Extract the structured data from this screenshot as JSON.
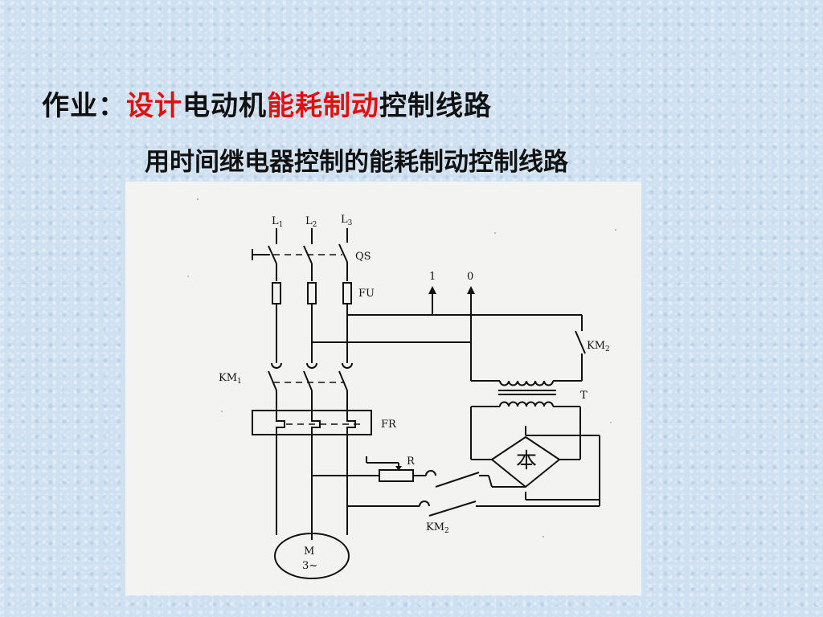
{
  "slide": {
    "title": {
      "part1": "作业：",
      "part2": "设计",
      "part3": "电动机",
      "part4": "能耗制动",
      "part5": "控制线路",
      "accent_color": "#e01010"
    },
    "subtitle": "用时间继电器控制的能耗制动控制线路"
  },
  "diagram": {
    "labels": {
      "L1": "L",
      "L1_sub": "1",
      "L2": "L",
      "L2_sub": "2",
      "L3": "L",
      "L3_sub": "3",
      "QS": "QS",
      "FU": "FU",
      "terminal_1": "1",
      "terminal_0": "0",
      "KM2_top": "KM",
      "KM2_top_sub": "2",
      "KM1": "KM",
      "KM1_sub": "1",
      "T": "T",
      "FR": "FR",
      "R": "R",
      "bridge_symbol": "本",
      "KM2_bottom": "KM",
      "KM2_bottom_sub": "2",
      "motor_line1": "M",
      "motor_line2": "3~"
    }
  }
}
